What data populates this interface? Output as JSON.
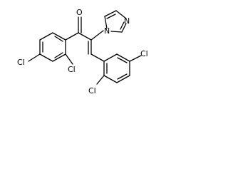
{
  "molecule": {
    "atoms": {
      "carbonyl_oxygen": {
        "label": "O"
      },
      "imidazole_nitrogen_ring": {
        "label": "N"
      },
      "imidazole_nitrogen_substituent": {
        "label": "N"
      },
      "chlorine_left_para": {
        "label": "Cl"
      },
      "chlorine_left_ortho": {
        "label": "Cl"
      },
      "chlorine_right_ortho": {
        "label": "Cl"
      },
      "chlorine_right_para": {
        "label": "Cl"
      }
    }
  }
}
